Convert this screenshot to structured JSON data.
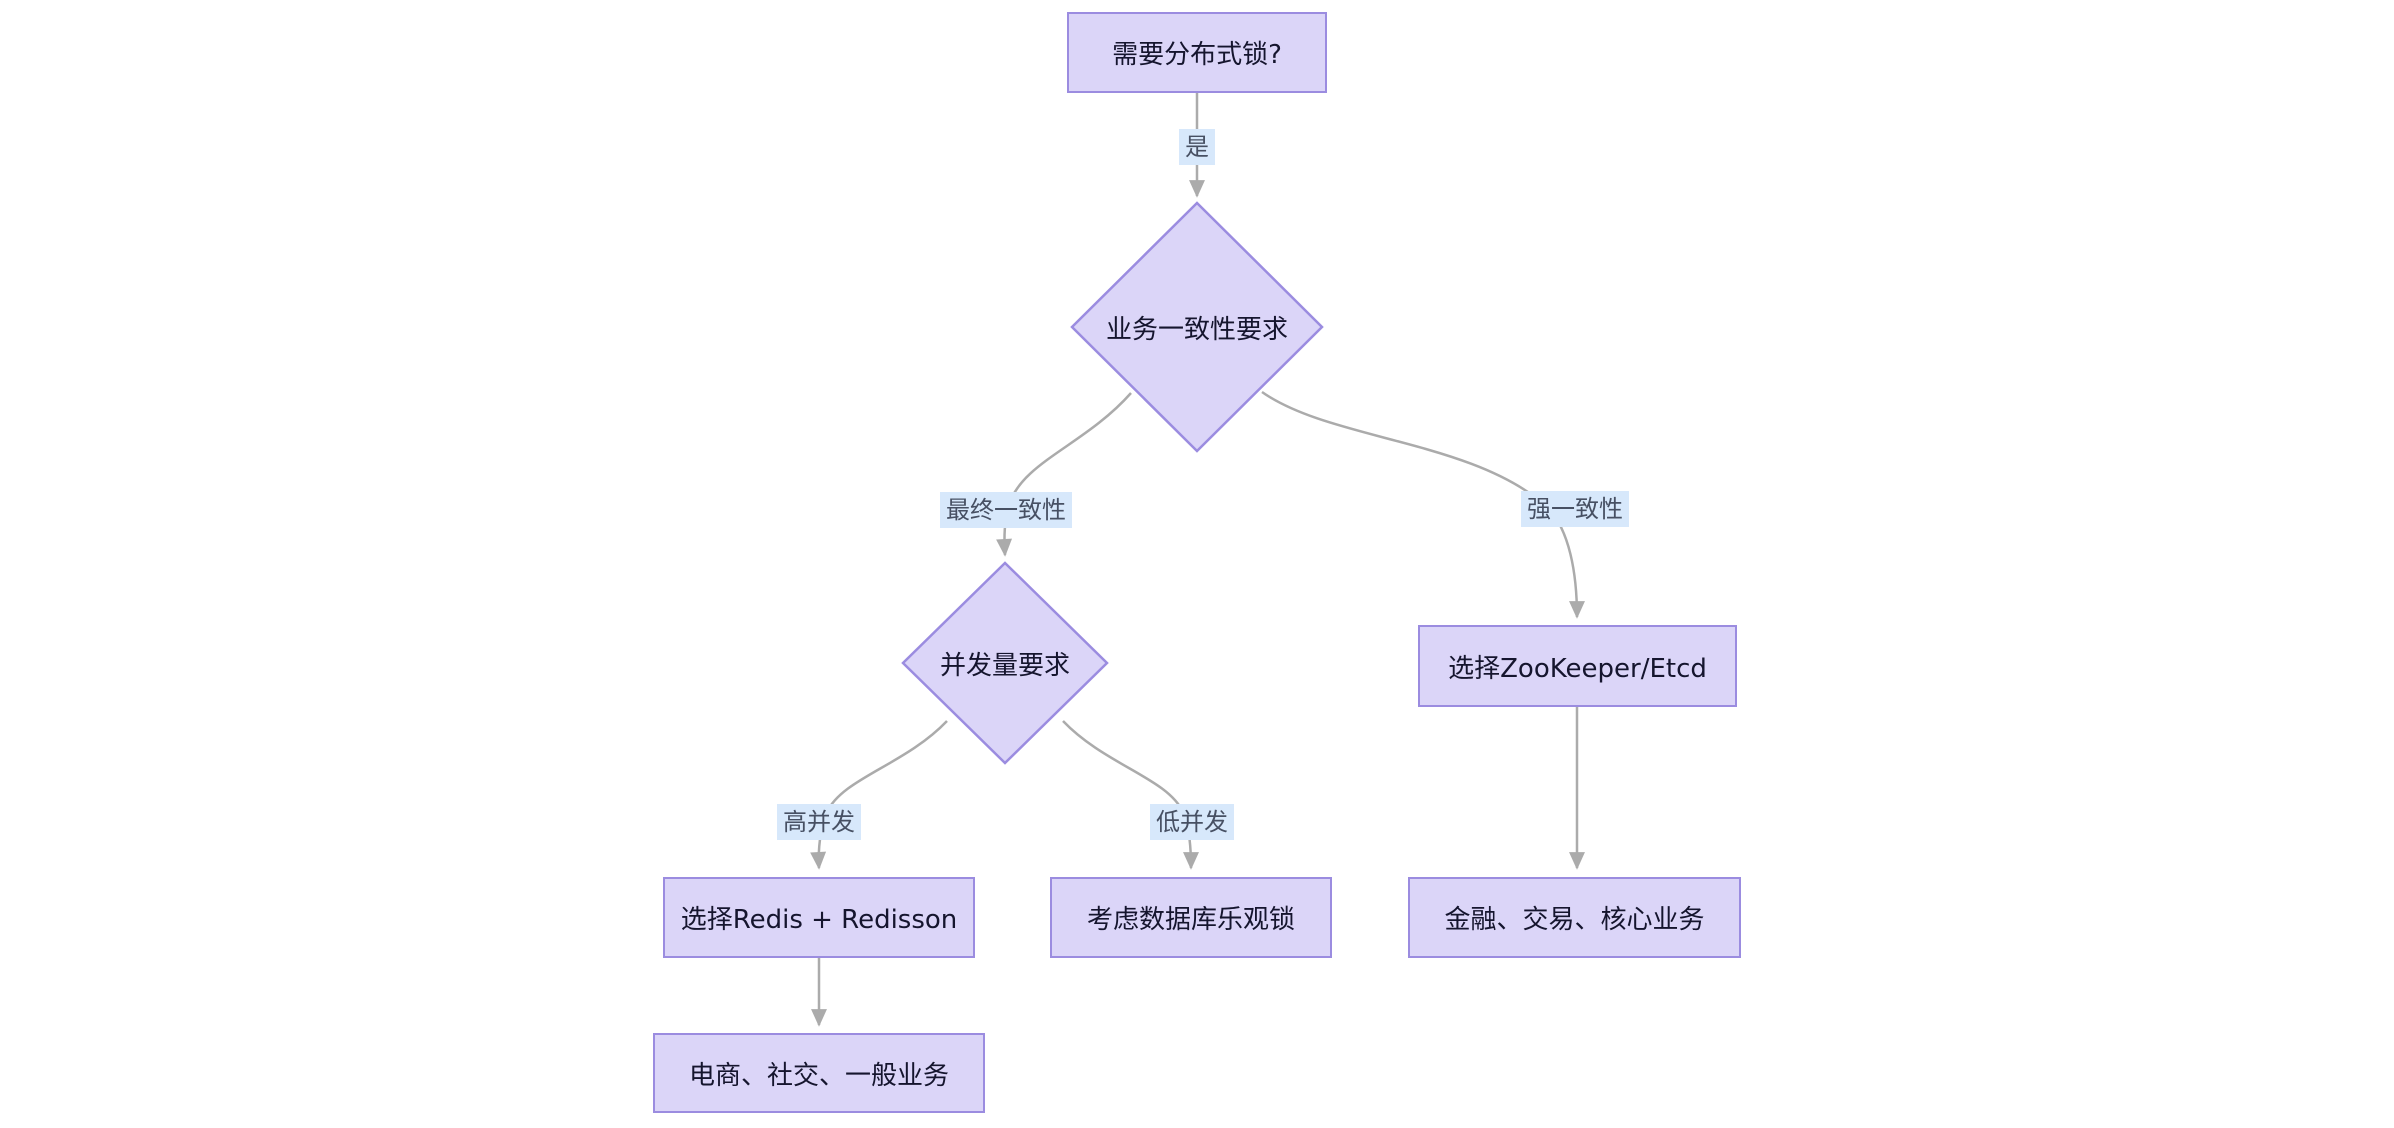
{
  "diagram": {
    "type": "flowchart",
    "nodes": {
      "start": {
        "label": "需要分布式锁?",
        "shape": "rect"
      },
      "consistency": {
        "label": "业务一致性要求",
        "shape": "diamond"
      },
      "concurrency": {
        "label": "并发量要求",
        "shape": "diamond"
      },
      "redis": {
        "label": "选择Redis + Redisson",
        "shape": "rect"
      },
      "db_optimistic": {
        "label": "考虑数据库乐观锁",
        "shape": "rect"
      },
      "zookeeper": {
        "label": "选择ZooKeeper/Etcd",
        "shape": "rect"
      },
      "general_business": {
        "label": "电商、社交、一般业务",
        "shape": "rect"
      },
      "core_business": {
        "label": "金融、交易、核心业务",
        "shape": "rect"
      }
    },
    "edge_labels": {
      "yes": "是",
      "eventual_consistency": "最终一致性",
      "strong_consistency": "强一致性",
      "high_concurrency": "高并发",
      "low_concurrency": "低并发"
    },
    "edges": [
      {
        "from": "start",
        "to": "consistency",
        "label": "是"
      },
      {
        "from": "consistency",
        "to": "concurrency",
        "label": "最终一致性"
      },
      {
        "from": "consistency",
        "to": "zookeeper",
        "label": "强一致性"
      },
      {
        "from": "concurrency",
        "to": "redis",
        "label": "高并发"
      },
      {
        "from": "concurrency",
        "to": "db_optimistic",
        "label": "低并发"
      },
      {
        "from": "redis",
        "to": "general_business",
        "label": ""
      },
      {
        "from": "zookeeper",
        "to": "core_business",
        "label": ""
      }
    ],
    "colors": {
      "node_fill": "#DBD5F8",
      "node_border": "#9B8CE0",
      "node_text": "#15152E",
      "edge_label_bg": "#D7E8FB",
      "edge_label_text": "#475063",
      "line": "#ABABAB",
      "background": "#FFFFFF"
    }
  }
}
